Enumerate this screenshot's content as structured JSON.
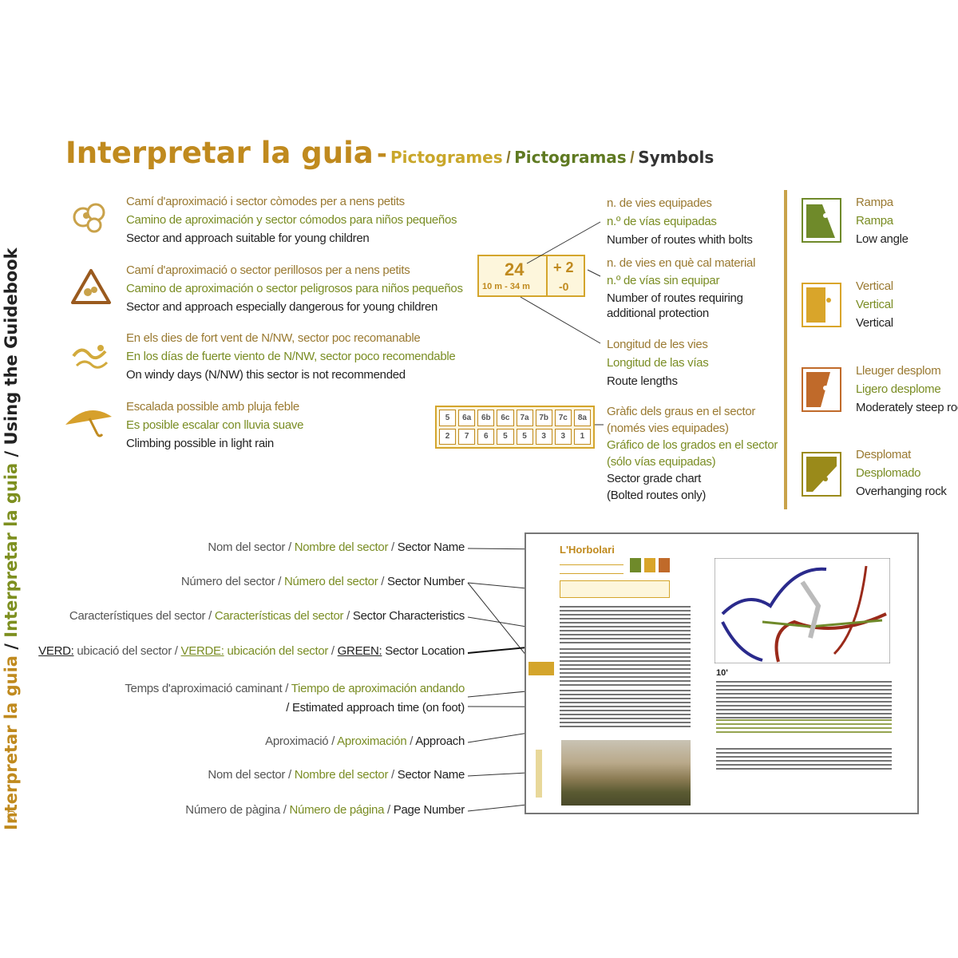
{
  "header": {
    "title_main": "Interpretar la guia",
    "title_dash": "-",
    "title_ca": "Pictogrames",
    "title_es": "Pictogramas",
    "title_en": "Symbols",
    "separator": "/"
  },
  "side": {
    "ca": "Interpretar la guia",
    "es": "Interpretar la guia",
    "en": "Using the Guidebook",
    "sep": " / ",
    "page_number": "20"
  },
  "symbols_left": [
    {
      "icon": "family-icon",
      "ca": "Camí d'aproximació i sector còmodes per a nens petits",
      "es": "Camino de aproximación y sector cómodos para niños pequeños",
      "en": "Sector and approach suitable for young children"
    },
    {
      "icon": "warning-children-icon",
      "ca": "Camí d'aproximació o sector perillosos per a nens petits",
      "es": "Camino de aproximación o sector peligrosos para niños pequeños",
      "en": "Sector and approach especially dangerous for young children"
    },
    {
      "icon": "wind-icon",
      "ca": "En els dies de fort vent de N/NW, sector poc recomanable",
      "es": "En los días de fuerte viento de N/NW, sector poco recomendable",
      "en": "On windy days (N/NW) this sector is not recommended"
    },
    {
      "icon": "umbrella-icon",
      "ca": "Escalada possible amb pluja feble",
      "es": "Es posible escalar con lluvia suave",
      "en": "Climbing possible in light rain"
    }
  ],
  "route_box": {
    "count": "24",
    "length": "10 m - 34 m",
    "extra": "+ 2",
    "extra_icon": "-0"
  },
  "route_labels": [
    {
      "ca": "n. de vies equipades",
      "es": "n.º de vías equipadas",
      "en": "Number of routes whith bolts"
    },
    {
      "ca": "n. de vies en què cal material",
      "es": "n.º de vías sin equipar",
      "en": "Number of routes requiring",
      "en2": "additional protection"
    },
    {
      "ca": "Longitud de les vies",
      "es": "Longitud de las vías",
      "en": "Route lengths"
    }
  ],
  "grade_chart": {
    "grades": [
      "5",
      "6a",
      "6b",
      "6c",
      "7a",
      "7b",
      "7c",
      "8a"
    ],
    "counts": [
      "2",
      "7",
      "6",
      "5",
      "5",
      "3",
      "3",
      "1"
    ],
    "ca": "Gràfic dels graus en el sector",
    "ca2": "(només vies equipades)",
    "es": "Gráfico de los grados en el sector",
    "es2": "(sólo vías equipadas)",
    "en": "Sector grade chart",
    "en2": "(Bolted routes only)"
  },
  "angles": [
    {
      "icon": "slab-icon",
      "color": "#6f8a2a",
      "ca": "Rampa",
      "es": "Rampa",
      "en": "Low angle"
    },
    {
      "icon": "vertical-icon",
      "color": "#d9a52a",
      "ca": "Vertical",
      "es": "Vertical",
      "en": "Vertical"
    },
    {
      "icon": "slightly-overhanging-icon",
      "color": "#c06a2a",
      "ca": "Lleuger desplom",
      "es": "Ligero desplome",
      "en": "Moderately steep rock"
    },
    {
      "icon": "overhanging-icon",
      "color": "#9a8a1a",
      "ca": "Desplomat",
      "es": "Desplomado",
      "en": "Overhanging rock"
    }
  ],
  "callouts": [
    {
      "ca": "Nom del sector",
      "es": "Nombre del sector",
      "en": "Sector Name"
    },
    {
      "ca": "Número del sector",
      "es": "Número del sector",
      "en": "Sector Number"
    },
    {
      "ca": "Característiques del sector",
      "es": "Características del sector",
      "en": "Sector Characteristics"
    },
    {
      "ca": "VERD:",
      "ca_rest": "ubicació del sector",
      "es": "VERDE:",
      "es_rest": "ubicación del sector",
      "en": "GREEN:",
      "en_rest": "Sector Location"
    },
    {
      "ca": "Temps d'aproximació caminant",
      "es": "Tiempo de aproximación andando",
      "en": "/ Estimated approach time (on foot)"
    },
    {
      "ca": "Aproximació",
      "es": "Aproximación",
      "en": "Approach"
    },
    {
      "ca": "Nom del sector",
      "es": "Nombre del sector",
      "en": "Sector Name"
    },
    {
      "ca": "Número de pàgina",
      "es": "Número de página",
      "en": "Page Number"
    }
  ],
  "preview": {
    "sector_title": "L'Horbolari",
    "time": "10'"
  }
}
